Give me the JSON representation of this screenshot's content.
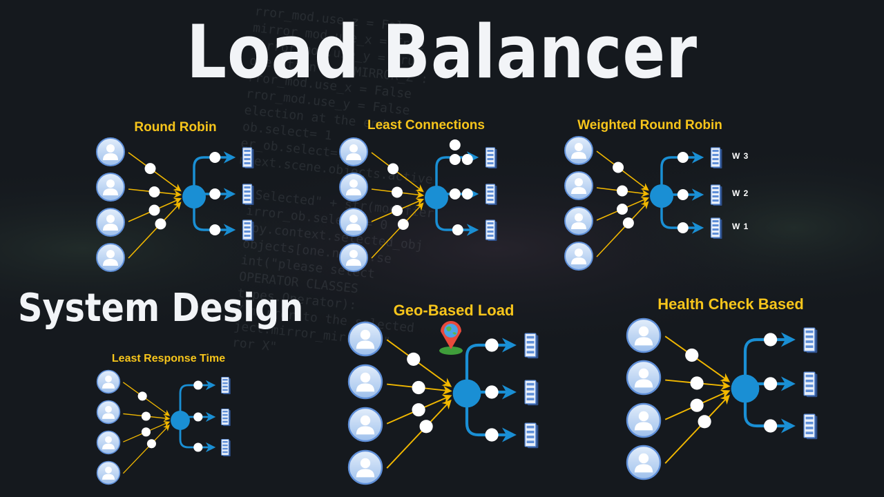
{
  "title": "Load Balancer",
  "subtitle": "System Design",
  "background_code": [
    "rror_mod.use_z = False",
    "mirror_mod.use_x = True",
    "mirror_mod.use_y = True",
    "operation == \"MIRROR_Z\":",
    "rror_mod.use_x = False",
    "rror_mod.use_y = False",
    "election at the end",
    "ob.select= 1",
    "er_ob.select=1",
    "ntext.scene.objects.active",
    "\"Selected\" + str(modifier",
    "irror_ob.select = 0",
    "bpy.context.selected_obj",
    "objects[one.name].se",
    "int(\"please select",
    "OPERATOR CLASSES",
    "types.Operator):",
    "X mirror to the selected",
    "ject.mirror_mirror_x\"",
    "ror X\""
  ],
  "colors": {
    "panel_title": "#f7c51b",
    "balancer": "#1a8fd4",
    "arrow_in": "#f2b800",
    "arrow_out": "#1a8fd4",
    "user_bg": "#c9ddf7",
    "server": "#5f8fd8"
  },
  "panels": [
    {
      "title": "Round Robin",
      "weights": []
    },
    {
      "title": "Least Connections",
      "weights": []
    },
    {
      "title": "Weighted Round Robin",
      "weights": [
        "W 3",
        "W 2",
        "W 1"
      ]
    },
    {
      "title": "Least Response Time",
      "weights": []
    },
    {
      "title": "Geo-Based Load",
      "weights": [],
      "icon": "globe-location-pin-icon"
    },
    {
      "title": "Health Check Based",
      "weights": []
    }
  ]
}
